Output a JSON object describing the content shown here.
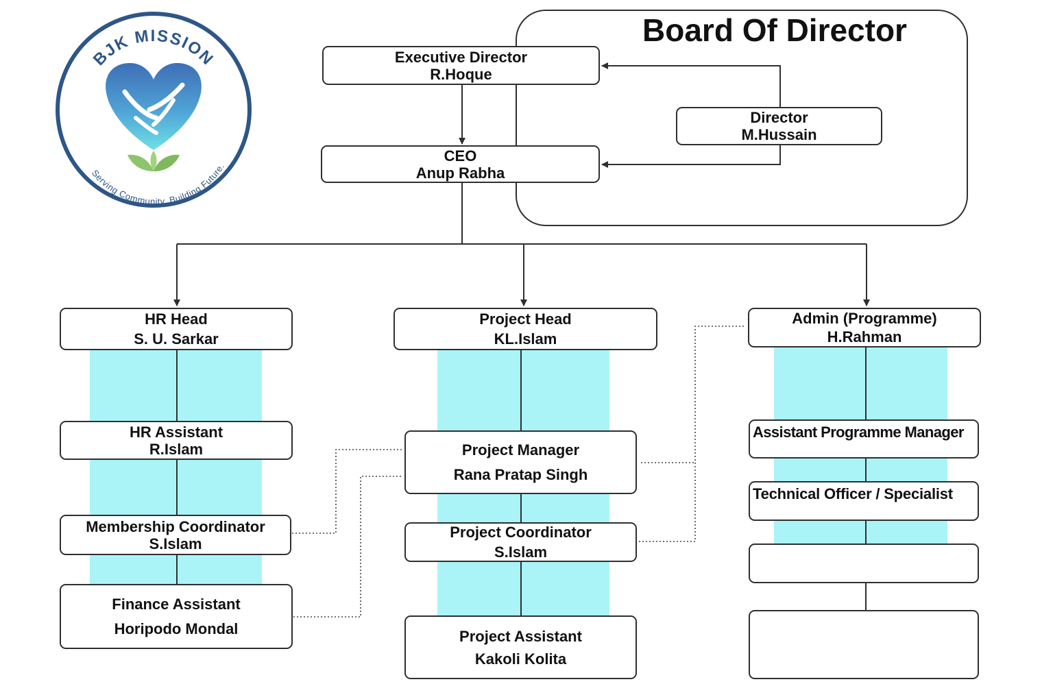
{
  "logo": {
    "name": "BJK MISSION",
    "tagline": "Serving Community. Building Future.",
    "colors": {
      "ring": "#2e5687",
      "heart_top": "#3e6fb6",
      "heart_bottom": "#5ed3e0",
      "leaf": "#8cc56b"
    }
  },
  "board": {
    "title": "Board Of Director"
  },
  "executive_director": {
    "role": "Executive Director",
    "name": "R.Hoque"
  },
  "director": {
    "role": "Director",
    "name": "M.Hussain"
  },
  "ceo": {
    "role": "CEO",
    "name": "Anup Rabha"
  },
  "hr": {
    "head": {
      "role": "HR Head",
      "name": "S. U. Sarkar"
    },
    "assistant": {
      "role": "HR Assistant",
      "name": "R.Islam"
    },
    "membership": {
      "role": "Membership Coordinator",
      "name": "S.Islam"
    },
    "finance": {
      "role": "Finance Assistant",
      "name": "Horipodo Mondal"
    }
  },
  "project": {
    "head": {
      "role": "Project Head",
      "name": "KL.Islam"
    },
    "manager": {
      "role": "Project Manager",
      "name": "Rana Pratap Singh"
    },
    "coordinator": {
      "role": "Project Coordinator",
      "name": "S.Islam"
    },
    "assistant": {
      "role": "Project Assistant",
      "name": "Kakoli Kolita"
    }
  },
  "admin": {
    "head": {
      "role": "Admin (Programme)",
      "name": "H.Rahman"
    },
    "apm": {
      "role": "Assistant Programme Manager"
    },
    "tech": {
      "role": "Technical Officer / Specialist"
    }
  },
  "colors": {
    "line": "#2f2f2f",
    "band": "#aaf4f7",
    "background": "#ffffff"
  }
}
